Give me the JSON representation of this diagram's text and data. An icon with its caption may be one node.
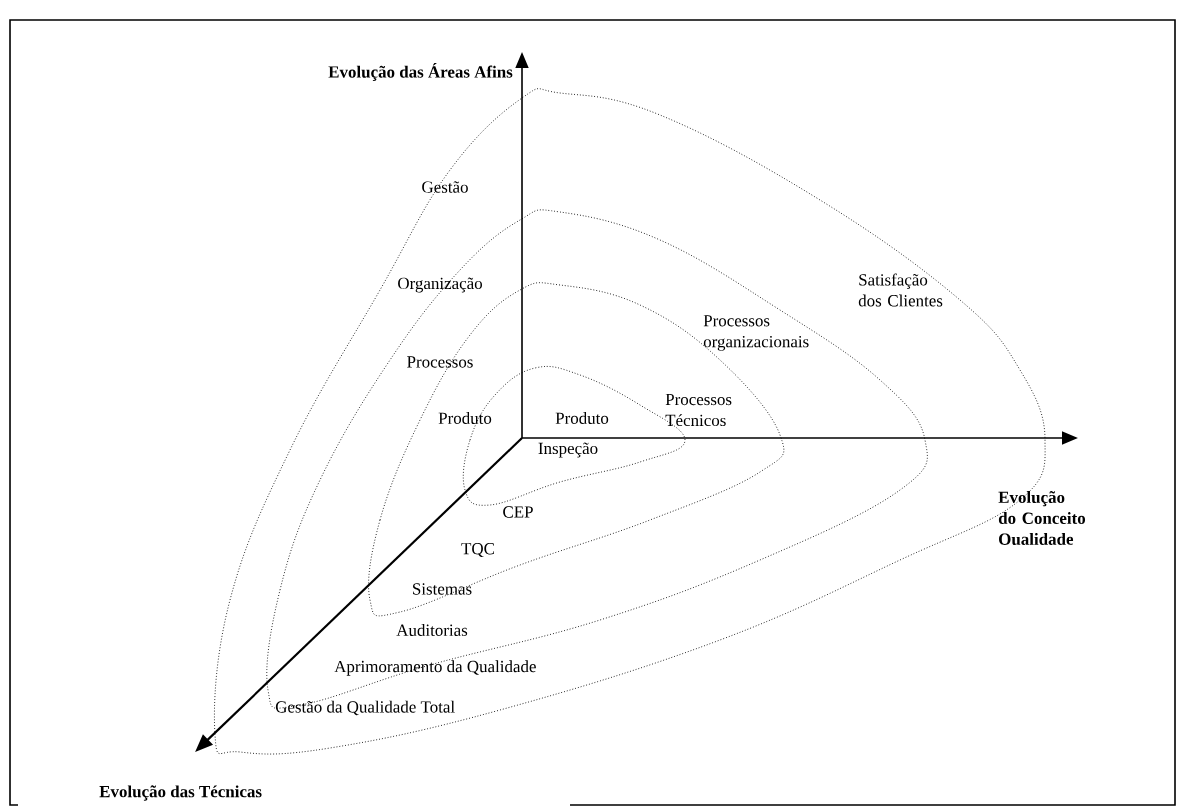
{
  "diagram": {
    "labels": [
      "Evolução das Áreas Afins",
      "Gestão",
      "Organização",
      "Satisfação dos Clientes",
      "Processos organizacionais",
      "Processos",
      "Processos Técnicos",
      "Produto",
      "Produto",
      "Inspeção",
      "Evolução do Conceito Oualidade",
      "CEP",
      "TQC",
      "Sistemas",
      "Auditorias",
      "Aprimoramento da Qualidade",
      "Gestão da Qualidade Total",
      "Evolução das Técnicas"
    ]
  }
}
